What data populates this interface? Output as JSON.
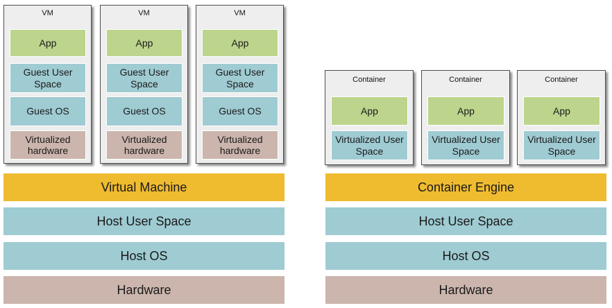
{
  "colors": {
    "app": "#bcd48c",
    "user_space": "#9fcbd2",
    "guest_os": "#9fcbd2",
    "virtual_hw": "#cbb5ad",
    "engine": "#efbb2f",
    "host_user_space": "#9fcbd2",
    "host_os": "#9fcbd2",
    "hardware": "#cbb5ad",
    "frame": "#eeeeee"
  },
  "vm_stack": {
    "vms": [
      {
        "label": "VM",
        "app": "App",
        "guest_user_space": "Guest User Space",
        "guest_os": "Guest OS",
        "virtualized_hardware": "Virtualized hardware"
      },
      {
        "label": "VM",
        "app": "App",
        "guest_user_space": "Guest User Space",
        "guest_os": "Guest OS",
        "virtualized_hardware": "Virtualized hardware"
      },
      {
        "label": "VM",
        "app": "App",
        "guest_user_space": "Guest User Space",
        "guest_os": "Guest OS",
        "virtualized_hardware": "Virtualized hardware"
      }
    ],
    "engine_layer": "Virtual Machine",
    "host_user_space": "Host User Space",
    "host_os": "Host OS",
    "hardware": "Hardware"
  },
  "container_stack": {
    "containers": [
      {
        "label": "Container",
        "app": "App",
        "virtualized_user_space": "Virtualized User Space"
      },
      {
        "label": "Container",
        "app": "App",
        "virtualized_user_space": "Virtualized User Space"
      },
      {
        "label": "Container",
        "app": "App",
        "virtualized_user_space": "Virtualized User Space"
      }
    ],
    "engine_layer": "Container Engine",
    "host_user_space": "Host User Space",
    "host_os": "Host OS",
    "hardware": "Hardware"
  }
}
